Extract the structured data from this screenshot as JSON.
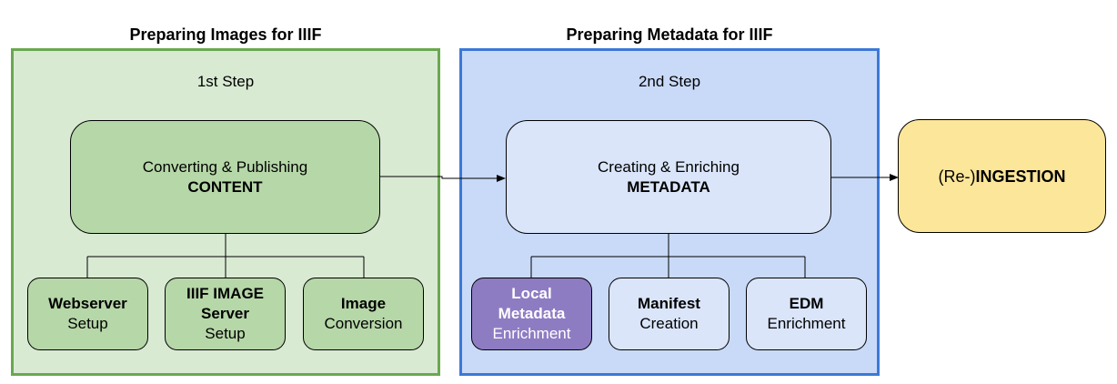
{
  "left_section": {
    "heading": "Preparing Images for IIIF",
    "step": "1st Step",
    "main_box": {
      "line1": "Converting & Publishing",
      "line2": "CONTENT"
    },
    "sub_boxes": [
      {
        "bold": "Webserver",
        "normal": "Setup"
      },
      {
        "bold": "IIIF IMAGE Server",
        "normal": "Setup"
      },
      {
        "bold": "Image",
        "normal": "Conversion"
      }
    ]
  },
  "right_section": {
    "heading": "Preparing Metadata for IIIF",
    "step": "2nd Step",
    "main_box": {
      "line1": "Creating & Enriching",
      "line2": "METADATA"
    },
    "sub_boxes": [
      {
        "bold": "Local Metadata",
        "normal": "Enrichment"
      },
      {
        "bold": "Manifest",
        "normal": "Creation"
      },
      {
        "bold": "EDM",
        "normal": "Enrichment"
      }
    ]
  },
  "ingestion": {
    "prefix": "(Re-)",
    "bold": "INGESTION"
  },
  "colors": {
    "green_panel_fill": "#d9ead3",
    "green_panel_border": "#6aa84f",
    "green_box_fill": "#b6d7a8",
    "blue_panel_fill": "#c9daf8",
    "blue_panel_border": "#3c78d8",
    "blue_box_fill": "#dae5f9",
    "purple_box_fill": "#8e7cc3",
    "ingestion_fill": "#fce699"
  }
}
